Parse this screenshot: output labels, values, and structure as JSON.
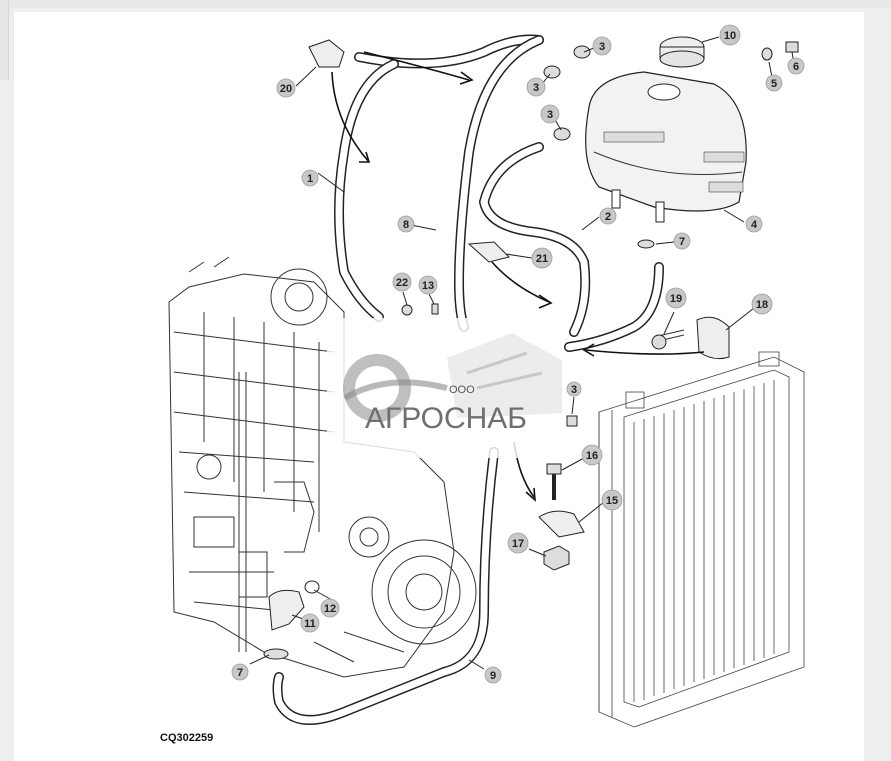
{
  "diagram": {
    "figure_id": "CQ302259",
    "callouts": [
      "20",
      "3",
      "3",
      "3",
      "10",
      "5",
      "6",
      "1",
      "8",
      "2",
      "21",
      "4",
      "7",
      "22",
      "13",
      "19",
      "18",
      "3",
      "16",
      "15",
      "17",
      "12",
      "11",
      "7",
      "9"
    ]
  },
  "watermark": {
    "prefix": "ООО",
    "name": "АГРОСНАБ"
  }
}
